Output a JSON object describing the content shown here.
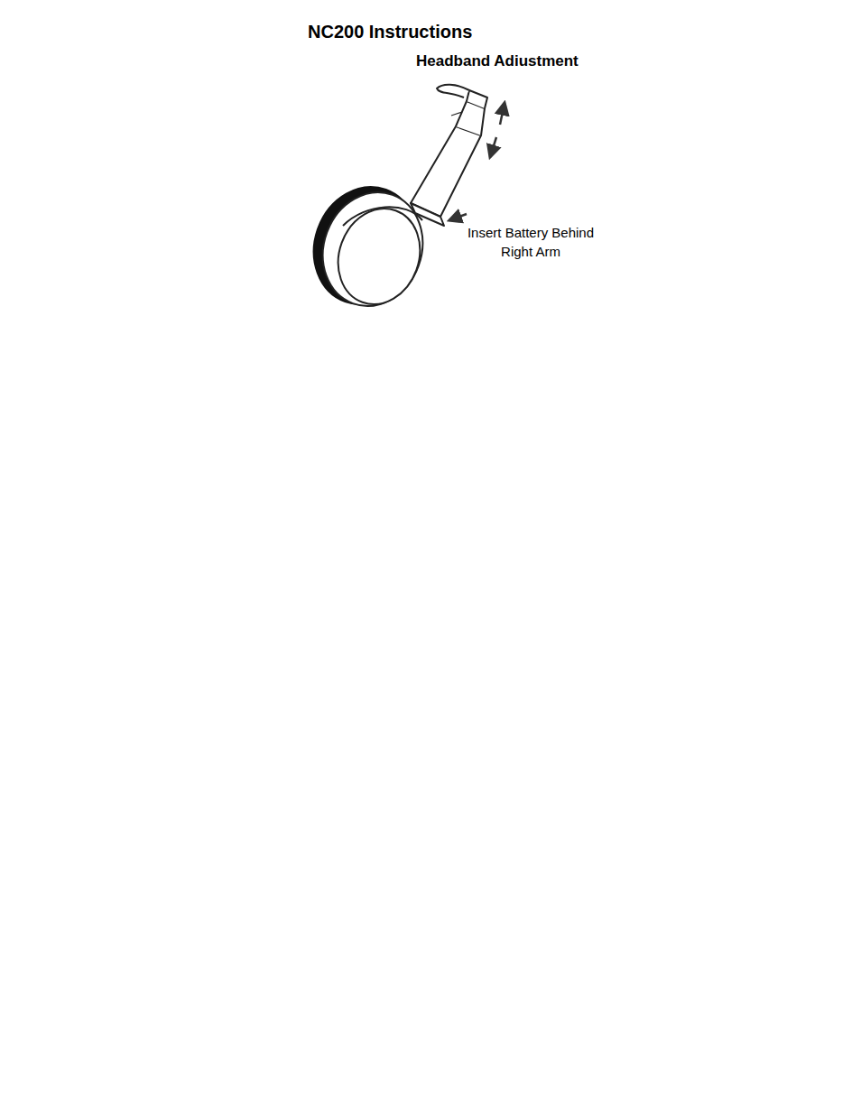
{
  "diagram": {
    "title": "NC200 Instructions",
    "labels": [
      "Headband Adiustment",
      "Insert Battery Behind Right Arm"
    ]
  }
}
